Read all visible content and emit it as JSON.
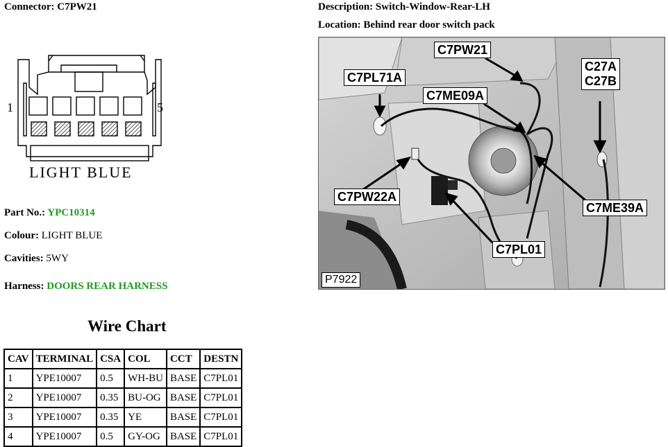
{
  "header": {
    "connector_label": "Connector:",
    "connector_value": "C7PW21",
    "description_label": "Description:",
    "description_value": "Switch-Window-Rear-LH",
    "location_label": "Location:",
    "location_value": "Behind rear door switch pack"
  },
  "connector_diagram": {
    "pin_left": "1",
    "pin_right": "5",
    "colour_caption": "LIGHT BLUE"
  },
  "details": {
    "part_no_label": "Part No.:",
    "part_no_value": "YPC10314",
    "colour_label": "Colour:",
    "colour_value": "LIGHT BLUE",
    "cavities_label": "Cavities:",
    "cavities_value": "5WY",
    "harness_label": "Harness:",
    "harness_value": "DOORS REAR HARNESS",
    "link_color": "#1f9a1f"
  },
  "wire_chart": {
    "title": "Wire Chart",
    "columns": [
      "CAV",
      "TERMINAL",
      "CSA",
      "COL",
      "CCT",
      "DESTN"
    ],
    "rows": [
      [
        "1",
        "YPE10007",
        "0.5",
        "WH-BU",
        "BASE",
        "C7PL01"
      ],
      [
        "2",
        "YPE10007",
        "0.35",
        "BU-OG",
        "BASE",
        "C7PL01"
      ],
      [
        "3",
        "YPE10007",
        "0.35",
        "YE",
        "BASE",
        "C7PL01"
      ],
      [
        "4",
        "YPE10007",
        "0.5",
        "GY-OG",
        "BASE",
        "C7PL01"
      ]
    ]
  },
  "photo": {
    "callouts": {
      "c7pw21": "C7PW21",
      "c7pl71a": "C7PL71A",
      "c7me09a": "C7ME09A",
      "c27a": "C27A",
      "c27b": "C27B",
      "c7pw22a": "C7PW22A",
      "c7me39a": "C7ME39A",
      "c7pl01": "C7PL01"
    },
    "image_id": "P7922"
  }
}
